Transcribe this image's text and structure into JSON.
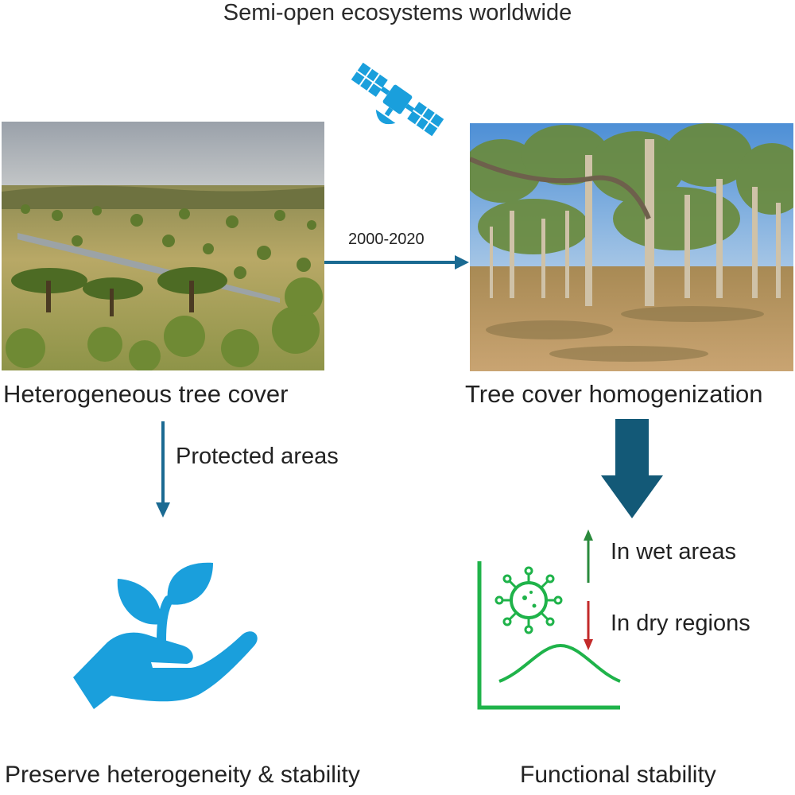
{
  "title": "Semi-open ecosystems worldwide",
  "left_caption": "Heterogeneous tree cover",
  "right_caption": "Tree cover homogenization",
  "period_label": "2000-2020",
  "protected_label": "Protected areas",
  "wet_label": "In wet areas",
  "dry_label": "In dry regions",
  "bottom_left": "Preserve heterogeneity & stability",
  "bottom_right": "Functional stability",
  "icons": [
    "satellite-icon",
    "hand-plant-icon",
    "virus-icon",
    "curve-chart-icon"
  ],
  "colors": {
    "arrow": "#1a6a92",
    "big_arrow": "#135977",
    "icon_blue": "#1a9fdc",
    "green": "#1fb34a",
    "up_arrow": "#2a8a3c",
    "down_arrow": "#c32a2a"
  }
}
